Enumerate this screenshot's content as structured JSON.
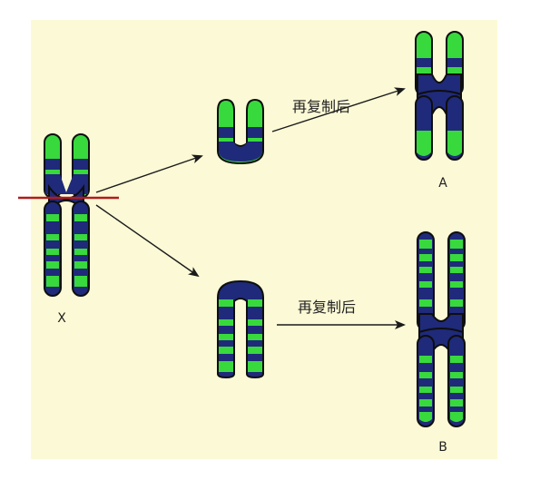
{
  "labels": {
    "original": "X",
    "result_a": "A",
    "result_b": "B",
    "arrow_top": "再复制后",
    "arrow_bottom": "再复制后"
  },
  "colors": {
    "background": "#fcf9d6",
    "chromatid_green": "#38d93c",
    "chromatid_blue": "#1f2a7a",
    "outline": "#0e0e0e",
    "cut_line": "#b01c1c",
    "arrow": "#1a1a1a"
  }
}
